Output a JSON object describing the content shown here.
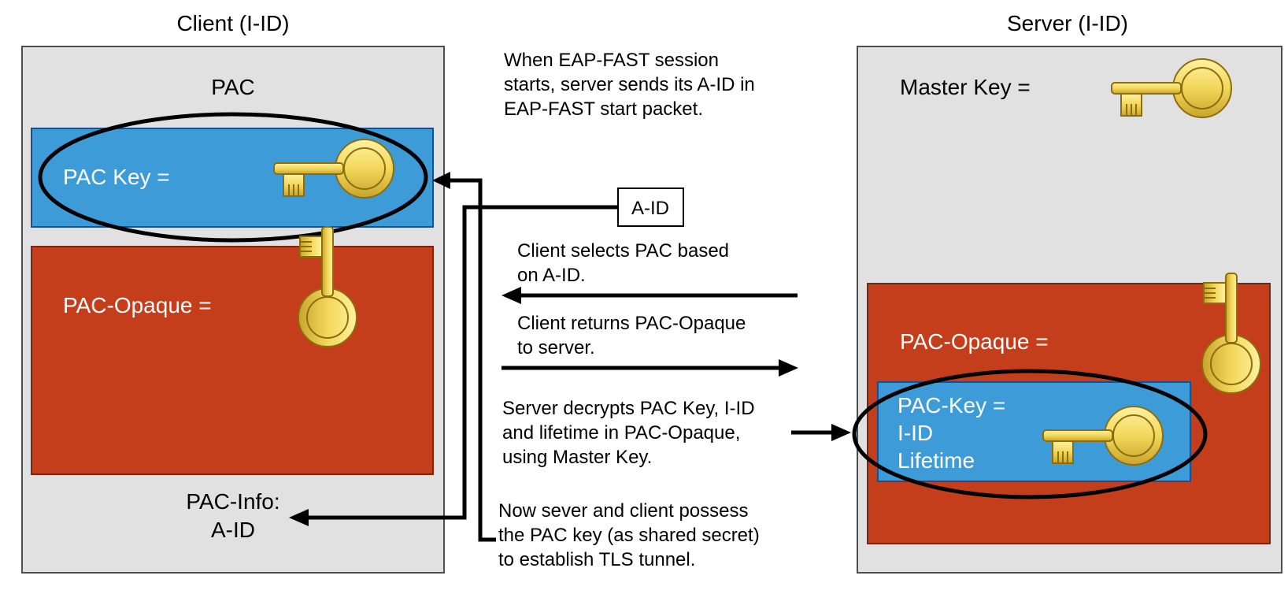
{
  "client": {
    "title": "Client (I-ID)",
    "pac_title": "PAC",
    "pac_key_label": "PAC Key =",
    "pac_opaque_label": "PAC-Opaque =",
    "pac_info_line1": "PAC-Info:",
    "pac_info_line2": "A-ID"
  },
  "server": {
    "title": "Server (I-ID)",
    "master_key_label": "Master Key =",
    "pac_opaque_label": "PAC-Opaque =",
    "inner_line1": "PAC-Key =",
    "inner_line2": "I-ID",
    "inner_line3": "Lifetime"
  },
  "aid_box_label": "A-ID",
  "steps": {
    "step1": [
      "When EAP-FAST session",
      "starts, server sends its A-ID in",
      "EAP-FAST start packet."
    ],
    "step2": [
      "Client selects PAC based",
      "on A-ID."
    ],
    "step3": [
      "Client returns PAC-Opaque",
      "to server."
    ],
    "step4": [
      "Server decrypts PAC Key, I-ID",
      "and lifetime in PAC-Opaque,",
      "using Master Key."
    ],
    "step5": [
      "Now sever and client possess",
      "the PAC key (as shared secret)",
      "to establish TLS tunnel."
    ]
  },
  "colors": {
    "panel_fill": "#e1e1e1",
    "blue": "#3d9bd8",
    "red": "#c43e1c",
    "key_gold": "#f2d75a",
    "key_dark": "#8c6d10"
  },
  "icons": [
    "key-icon"
  ]
}
